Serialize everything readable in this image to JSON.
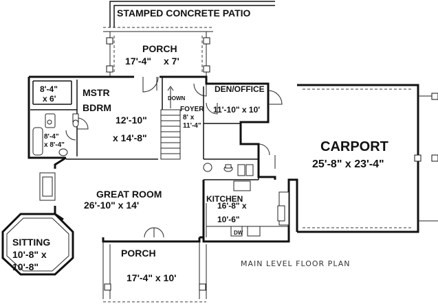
{
  "plan": {
    "patio_label": "STAMPED CONCRETE PATIO",
    "caption": "MAIN LEVEL FLOOR PLAN",
    "stair_label": "DOWN",
    "rooms": {
      "porch_top": {
        "name": "PORCH",
        "dim1": "17'-4\"",
        "dim2": "x 7'"
      },
      "master_bedroom": {
        "name1": "MSTR",
        "name2": "BDRM",
        "dim1": "12'-10\"",
        "dim2": "x 14'-8\""
      },
      "closet": {
        "dim1": "8'-4\"",
        "dim2": "x 6'"
      },
      "bath": {
        "dim1": "8'-4\"",
        "dim2": "x 8'-4\""
      },
      "foyer": {
        "name": "FOYER",
        "dim1": "8' x",
        "dim2": "11'-4\""
      },
      "den_office": {
        "name": "DEN/OFFICE",
        "dim": "11'-10\" x 10'"
      },
      "carport": {
        "name": "CARPORT",
        "dim": "25'-8\" x 23'-4\""
      },
      "great_room": {
        "name": "GREAT ROOM",
        "dim": "26'-10\" x 14'"
      },
      "kitchen": {
        "name": "KITCHEN",
        "dim1": "16'-8\" x",
        "dim2": "10'-6\""
      },
      "sitting": {
        "name": "SITTING",
        "dim1": "10'-8\" x",
        "dim2": "10'-8\""
      },
      "porch_bottom": {
        "name": "PORCH",
        "dim": "17'-4\" x 10'"
      }
    },
    "fixtures": {
      "dishwasher": "DW"
    }
  }
}
